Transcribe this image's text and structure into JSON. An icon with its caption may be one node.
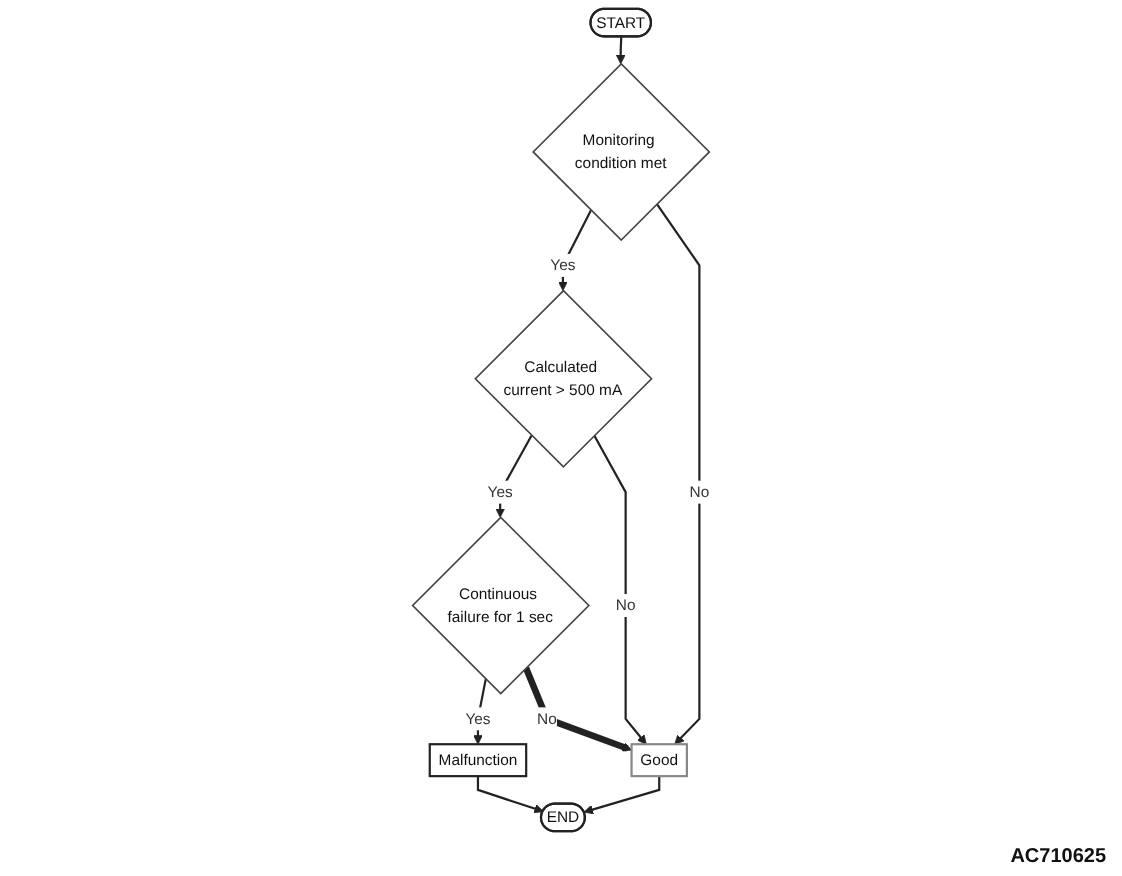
{
  "diagram": {
    "nodes": [
      {
        "text": [
          "START"
        ]
      },
      {
        "text": [
          "Monitoring condition met"
        ]
      },
      {
        "text": [
          "Calculated current > 500 mA"
        ]
      },
      {
        "text": [
          "Continuous failure for 1 sec"
        ]
      },
      {
        "text": [
          "Malfunction"
        ]
      },
      {
        "text": [
          "Good"
        ]
      },
      {
        "text": [
          "END"
        ]
      }
    ],
    "edges": [
      {
        "from": 0,
        "to": 1,
        "arrow": "to"
      },
      {
        "from": 1,
        "to": 2,
        "arrow": "to",
        "label": "Yes"
      },
      {
        "from": 2,
        "to": 3,
        "arrow": "to",
        "label": "Yes"
      },
      {
        "from": 3,
        "to": 4,
        "arrow": "to",
        "label": "Yes"
      },
      {
        "from": 4,
        "to": 6,
        "arrow": "to"
      },
      {
        "from": 1,
        "to": 5,
        "arrow": "to",
        "label": "No"
      },
      {
        "from": 2,
        "to": 5,
        "arrow": "to",
        "label": "No"
      },
      {
        "from": 3,
        "to": 5,
        "arrow": "to",
        "label": "No",
        "style": "thick"
      },
      {
        "from": 5,
        "to": 6,
        "arrow": "to"
      }
    ],
    "labels": [
      "AC710625"
    ]
  }
}
